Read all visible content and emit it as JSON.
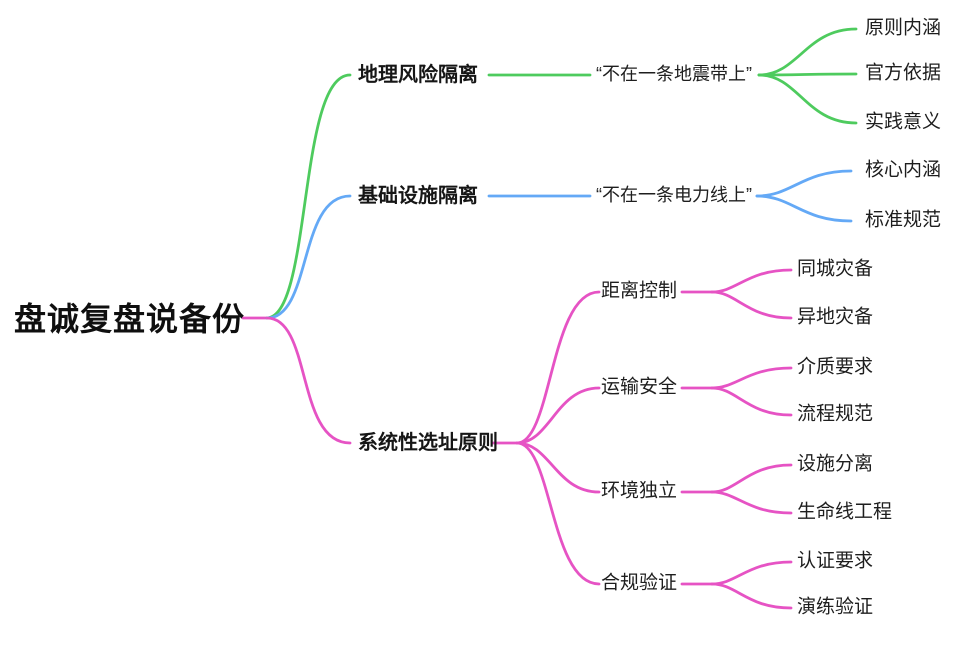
{
  "root": {
    "label": "盘诚复盘说备份"
  },
  "branches": [
    {
      "label": "地理风险隔离",
      "color": "#4ecb5e",
      "child": {
        "label": "“不在一条地震带上”",
        "leaves": [
          "原则内涵",
          "官方依据",
          "实践意义"
        ]
      }
    },
    {
      "label": "基础设施隔离",
      "color": "#64a9f6",
      "child": {
        "label": "“不在一条电力线上”",
        "leaves": [
          "核心内涵",
          "标准规范"
        ]
      }
    },
    {
      "label": "系统性选址原则",
      "color": "#e653c4",
      "children": [
        {
          "label": "距离控制",
          "leaves": [
            "同城灾备",
            "异地灾备"
          ]
        },
        {
          "label": "运输安全",
          "leaves": [
            "介质要求",
            "流程规范"
          ]
        },
        {
          "label": "环境独立",
          "leaves": [
            "设施分离",
            "生命线工程"
          ]
        },
        {
          "label": "合规验证",
          "leaves": [
            "认证要求",
            "演练验证"
          ]
        }
      ]
    }
  ]
}
